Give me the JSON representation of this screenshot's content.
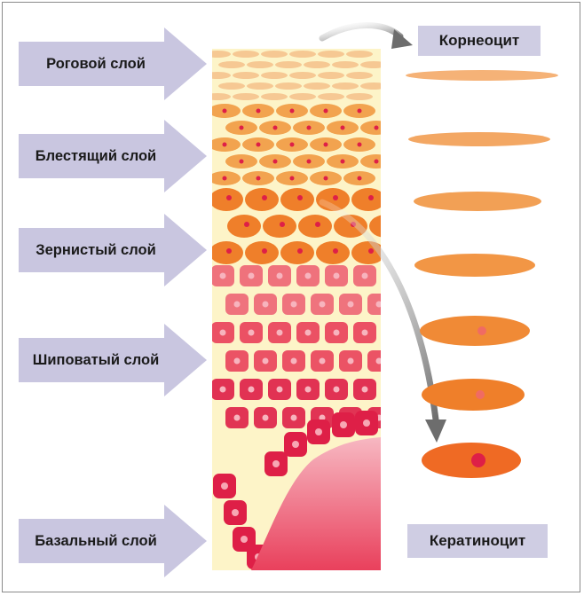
{
  "layers": [
    {
      "key": "stratum-corneum",
      "label": "Роговой слой"
    },
    {
      "key": "stratum-lucidum",
      "label": "Блестящий слой"
    },
    {
      "key": "stratum-granulosum",
      "label": "Зернистый слой"
    },
    {
      "key": "stratum-spinosum",
      "label": "Шиповатый слой"
    },
    {
      "key": "stratum-basale",
      "label": "Базальный слой"
    }
  ],
  "cell_labels": {
    "corneocyte": "Корнеоцит",
    "keratinocyte": "Кератиноцит"
  },
  "colors": {
    "arrow_fill": "#c9c6e0",
    "label_bg": "#cfcde3",
    "corneum": "#f5c08a",
    "lucidum": "#f2a34f",
    "granulosum": "#ef7f2a",
    "spinosum": "#ee6a78",
    "basale": "#de1f47",
    "dermis": "#e9506a",
    "cytoplasm_bg": "#fdf4c8",
    "flow_arrow": "#7a7a7a"
  }
}
